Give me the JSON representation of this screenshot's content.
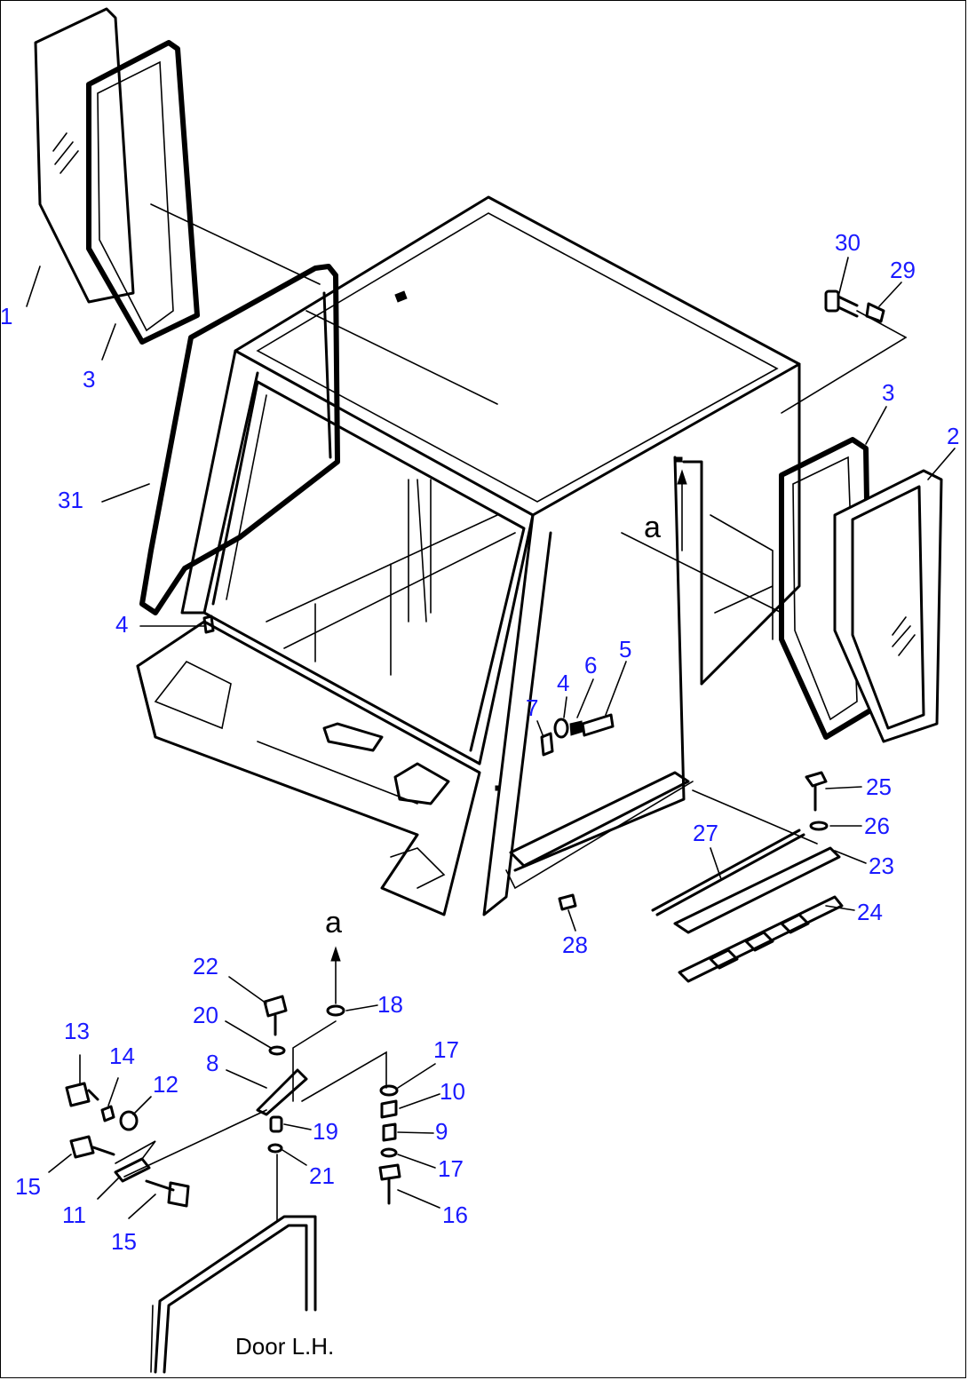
{
  "diagram": {
    "callouts": [
      {
        "id": "c1",
        "label": "1"
      },
      {
        "id": "c3a",
        "label": "3"
      },
      {
        "id": "c31",
        "label": "31"
      },
      {
        "id": "c4a",
        "label": "4"
      },
      {
        "id": "c30",
        "label": "30"
      },
      {
        "id": "c29",
        "label": "29"
      },
      {
        "id": "c3b",
        "label": "3"
      },
      {
        "id": "c2",
        "label": "2"
      },
      {
        "id": "c7",
        "label": "7"
      },
      {
        "id": "c4b",
        "label": "4"
      },
      {
        "id": "c6",
        "label": "6"
      },
      {
        "id": "c5",
        "label": "5"
      },
      {
        "id": "c25",
        "label": "25"
      },
      {
        "id": "c26",
        "label": "26"
      },
      {
        "id": "c27",
        "label": "27"
      },
      {
        "id": "c23",
        "label": "23"
      },
      {
        "id": "c24",
        "label": "24"
      },
      {
        "id": "c28",
        "label": "28"
      },
      {
        "id": "c22",
        "label": "22"
      },
      {
        "id": "c18",
        "label": "18"
      },
      {
        "id": "c20",
        "label": "20"
      },
      {
        "id": "c8",
        "label": "8"
      },
      {
        "id": "c17a",
        "label": "17"
      },
      {
        "id": "c10",
        "label": "10"
      },
      {
        "id": "c13",
        "label": "13"
      },
      {
        "id": "c14",
        "label": "14"
      },
      {
        "id": "c12",
        "label": "12"
      },
      {
        "id": "c19",
        "label": "19"
      },
      {
        "id": "c9",
        "label": "9"
      },
      {
        "id": "c17b",
        "label": "17"
      },
      {
        "id": "c15a",
        "label": "15"
      },
      {
        "id": "c21",
        "label": "21"
      },
      {
        "id": "c11",
        "label": "11"
      },
      {
        "id": "c15b",
        "label": "15"
      },
      {
        "id": "c16",
        "label": "16"
      }
    ],
    "markers": {
      "cab_marker": "a",
      "detail_marker": "a"
    },
    "caption": "Door L.H."
  }
}
